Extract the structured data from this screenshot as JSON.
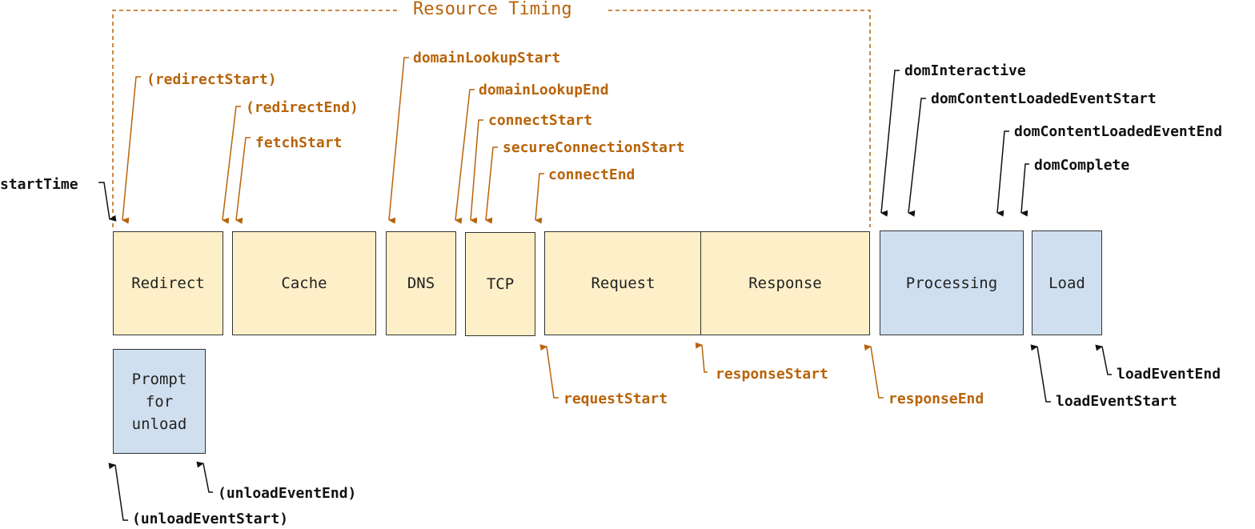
{
  "title": "Resource Timing",
  "colors": {
    "accent": "#b8640a",
    "black": "#111111",
    "network_fill": "#fdefc8",
    "browser_fill": "#cfdff0"
  },
  "phases": {
    "redirect": "Redirect",
    "cache": "Cache",
    "dns": "DNS",
    "tcp": "TCP",
    "request": "Request",
    "response": "Response",
    "processing": "Processing",
    "load": "Load",
    "prompt_for_unload": "Prompt\nfor\nunload"
  },
  "markers": {
    "start_time": "startTime",
    "redirect_start": "(redirectStart)",
    "redirect_end": "(redirectEnd)",
    "fetch_start": "fetchStart",
    "domain_lookup_start": "domainLookupStart",
    "domain_lookup_end": "domainLookupEnd",
    "connect_start": "connectStart",
    "secure_connection_start": "secureConnectionStart",
    "connect_end": "connectEnd",
    "request_start": "requestStart",
    "response_start": "responseStart",
    "response_end": "responseEnd",
    "dom_interactive": "domInteractive",
    "dom_content_loaded_event_start": "domContentLoadedEventStart",
    "dom_content_loaded_event_end": "domContentLoadedEventEnd",
    "dom_complete": "domComplete",
    "load_event_start": "loadEventStart",
    "load_event_end": "loadEventEnd",
    "unload_event_start": "(unloadEventStart)",
    "unload_event_end": "(unloadEventEnd)"
  }
}
